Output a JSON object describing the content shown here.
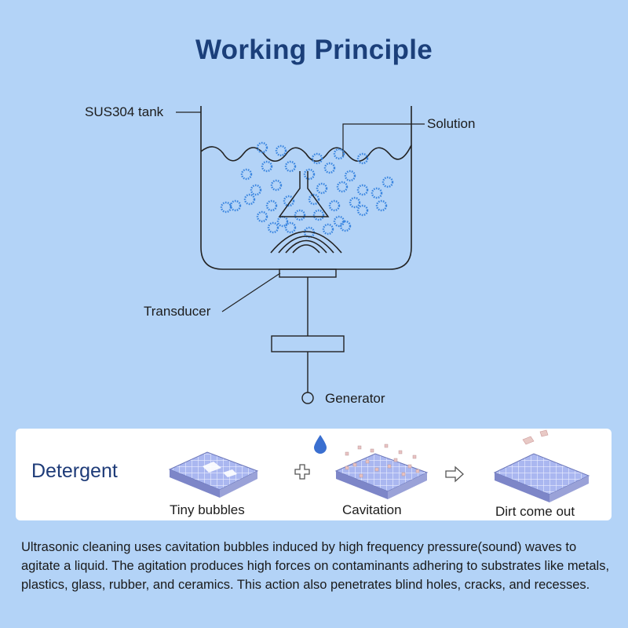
{
  "title": "Working Principle",
  "diagram": {
    "tank_label": "SUS304 tank",
    "solution_label": "Solution",
    "transducer_label": "Transducer",
    "generator_label": "Generator"
  },
  "process": {
    "detergent_label": "Detergent",
    "steps": [
      {
        "label": "Tiny bubbles"
      },
      {
        "label": "Cavitation"
      },
      {
        "label": "Dirt come out"
      }
    ]
  },
  "description": "Ultrasonic cleaning uses cavitation bubbles induced by high frequency pressure(sound) waves to agitate a liquid. The agitation produces high forces on contaminants adhering to substrates like metals, plastics, glass, rubber, and ceramics. This action also penetrates blind holes, cracks, and recesses.",
  "colors": {
    "background": "#b3d3f7",
    "title": "#1b3f7a",
    "bubbles": "#3b86e0",
    "panel": "#ffffff"
  }
}
